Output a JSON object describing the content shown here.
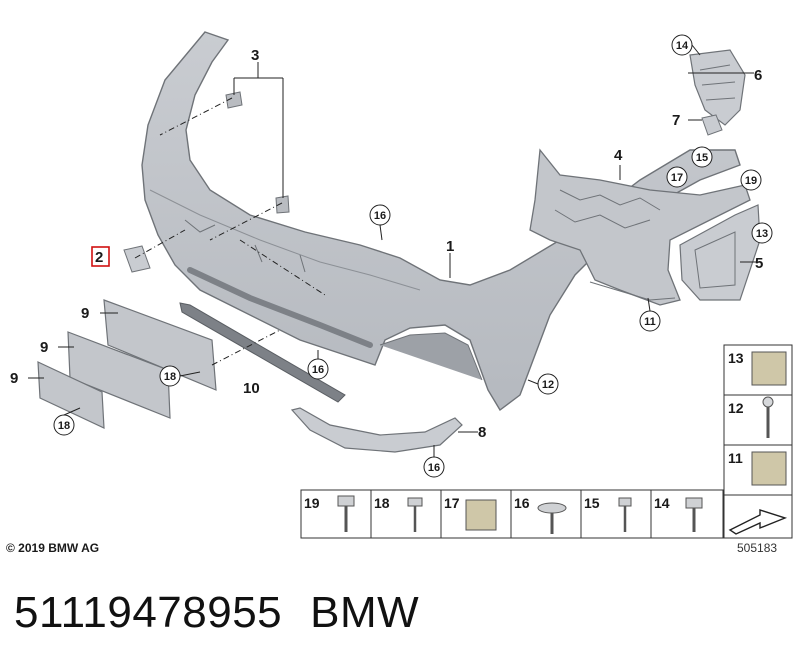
{
  "copyright": "© 2019 BMW AG",
  "diagram_id": "505183",
  "footer": {
    "part_number": "51119478955",
    "brand": "BMW"
  },
  "callouts": {
    "c1": "1",
    "c2": "2",
    "c3": "3",
    "c4": "4",
    "c5": "5",
    "c6": "6",
    "c7": "7",
    "c8": "8",
    "c9a": "9",
    "c9b": "9",
    "c9c": "9",
    "c10": "10",
    "c11": "11",
    "c12": "12",
    "c13": "13",
    "c14": "14",
    "c15": "15",
    "c16a": "16",
    "c16b": "16",
    "c16c": "16",
    "c17": "17",
    "c18a": "18",
    "c18b": "18",
    "c19": "19"
  },
  "legend": {
    "right": [
      "13",
      "12",
      "11"
    ],
    "bottom": [
      "19",
      "18",
      "17",
      "16",
      "15",
      "14"
    ]
  },
  "colors": {
    "part_fill": "#d2d5d9",
    "part_stroke": "#6f7378",
    "highlight": "#d01010"
  }
}
